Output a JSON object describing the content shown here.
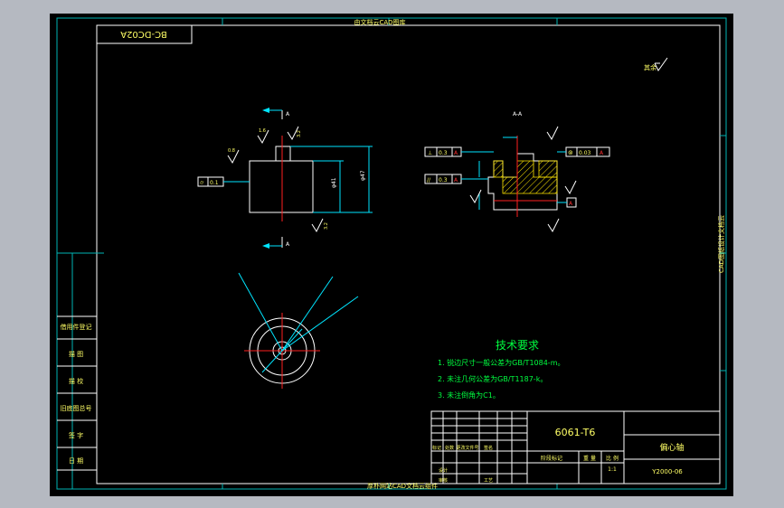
{
  "colors": {
    "background": "#b5b9c1",
    "sheet": "#000000",
    "frame": "#00b4b4",
    "outline": "#ffffff",
    "dimension": "#00e5ff",
    "centerline": "#ff2020",
    "hatch": "#ffe600",
    "datum": "#ff3030",
    "symbol": "#ffff00",
    "text_notes": "#00ff40",
    "title_text": "#ffff66"
  },
  "drawing_code_box": "BC-DC02A",
  "top_center_label": "由文档云CAD图库",
  "bottom_center_label": "厚朴网站CAD文档云组件",
  "roughness_general": "其余",
  "section_label": "A-A",
  "side_strip_label": "CAD图纸设计文档云",
  "left_strip": {
    "rows": [
      "借用件登记",
      "描 图",
      "描 校",
      "旧底图总号",
      "签 字",
      "日 期"
    ]
  },
  "notes": {
    "title": "技术要求",
    "items": [
      "1. 锐边尺寸一般公差为GB/T1084-m。",
      "2. 未注几何公差为GB/T1187-k。",
      "3. 未注倒角为C1。"
    ]
  },
  "title_block": {
    "material": "6061-T6",
    "part_name": "偏心轴",
    "part_number": "Y2000-06",
    "scale_label": "比 例",
    "weight_label": "重 量",
    "stage_label": "阶段标记",
    "scale_value": "1:1",
    "row_labels": [
      "标记",
      "处数",
      "更改文件号",
      "签名"
    ],
    "lower_labels": [
      "设计",
      "审核",
      "工艺"
    ]
  },
  "view_markers": {
    "top": "A",
    "bottom": "A"
  },
  "dimensions": [
    "φ41",
    "φ47",
    "0.8",
    "1.6",
    "3.2",
    "6.3"
  ],
  "tolerance_frames": [
    {
      "symbol": "⊥",
      "value": "0.3",
      "datum": "A"
    },
    {
      "symbol": "//",
      "value": "0.3",
      "datum": "A"
    },
    {
      "symbol": "⊚",
      "value": "0.03",
      "datum": "A"
    },
    {
      "symbol": "⌭",
      "value": "0.1",
      "datum": ""
    }
  ]
}
